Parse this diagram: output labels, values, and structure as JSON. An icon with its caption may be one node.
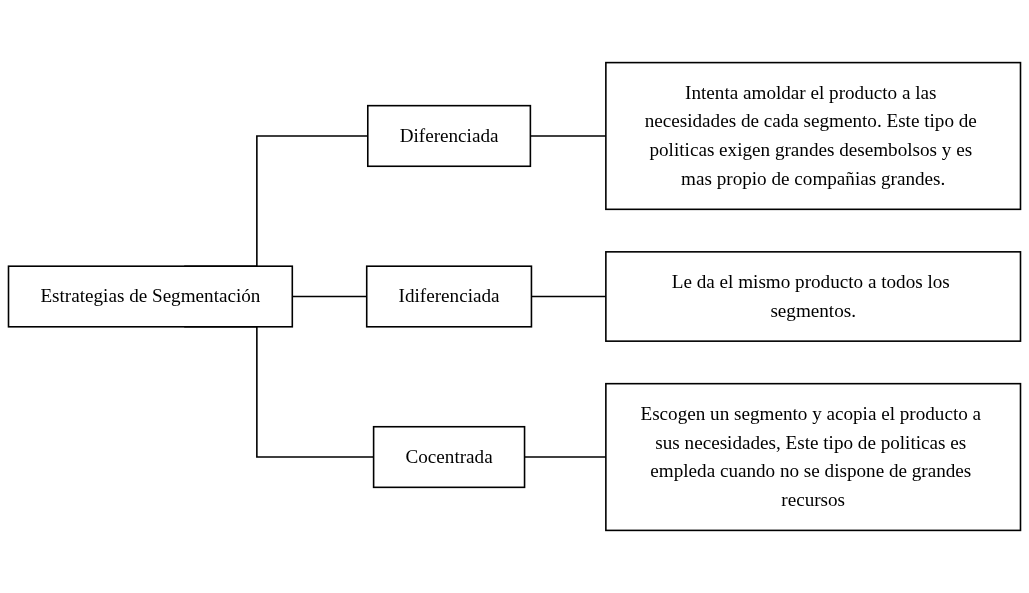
{
  "diagram": {
    "nodes": [
      {
        "text": [
          "Estrategias de Segmentación"
        ]
      },
      {
        "text": [
          "Diferenciada"
        ]
      },
      {
        "text": [
          "Intenta amoldar el producto a las necesidades de cada segmento. Este tipo de politicas exigen grandes desembolsos y es mas propio de compañias grandes."
        ]
      },
      {
        "text": [
          "Idiferenciada"
        ]
      },
      {
        "text": [
          "Le da el mismo producto a todos los segmentos."
        ]
      },
      {
        "text": [
          "Cocentrada"
        ]
      },
      {
        "text": [
          "Escogen un segmento y acopia el producto a sus necesidades, Este tipo de politicas es empleda cuando no se dispone de grandes recursos"
        ]
      }
    ],
    "edges": [
      {
        "from": 0,
        "to": 1,
        "arrow": "none"
      },
      {
        "from": 0,
        "to": 3,
        "arrow": "none"
      },
      {
        "from": 0,
        "to": 5,
        "arrow": "none"
      },
      {
        "from": 1,
        "to": 2,
        "arrow": "none"
      },
      {
        "from": 3,
        "to": 4,
        "arrow": "none"
      },
      {
        "from": 5,
        "to": 6,
        "arrow": "none"
      }
    ]
  }
}
